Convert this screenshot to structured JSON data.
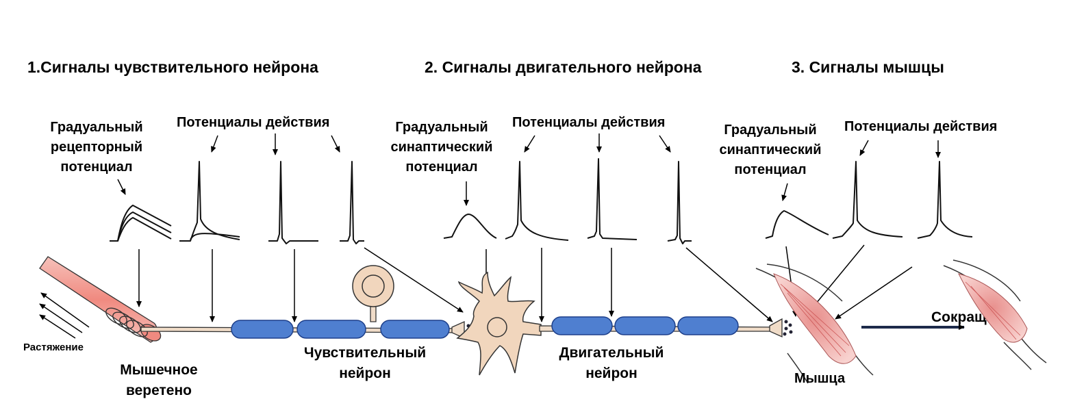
{
  "headers": {
    "sensory": "1.Сигналы чувствительного нейрона",
    "motor": "2. Сигналы двигательного нейрона",
    "muscle": "3. Сигналы мышцы"
  },
  "signals": {
    "receptor_potential": [
      "Градуальный",
      "рецепторный",
      "потенциал"
    ],
    "action_potentials_1": "Потенциалы действия",
    "synaptic_potential_1": [
      "Градуальный",
      "синаптический",
      "потенциал"
    ],
    "action_potentials_2": "Потенциалы действия",
    "synaptic_potential_2": [
      "Градуальный",
      "синаптический",
      "потенциал"
    ],
    "action_potentials_3": "Потенциалы  действия"
  },
  "structures": {
    "stretch": "Растяжение",
    "muscle_spindle": [
      "Мышечное",
      "веретено"
    ],
    "sensory_neuron": [
      "Чувствительный",
      "нейрон"
    ],
    "motor_neuron": [
      "Двигательный",
      "нейрон"
    ],
    "muscle": "Мышца",
    "contraction": "Сокращение"
  },
  "colors": {
    "myelin": "#4f7fd0",
    "neuron": "#f1d6bd",
    "muscle": "#f2b8b4",
    "spindle": "#f3a7a0"
  }
}
